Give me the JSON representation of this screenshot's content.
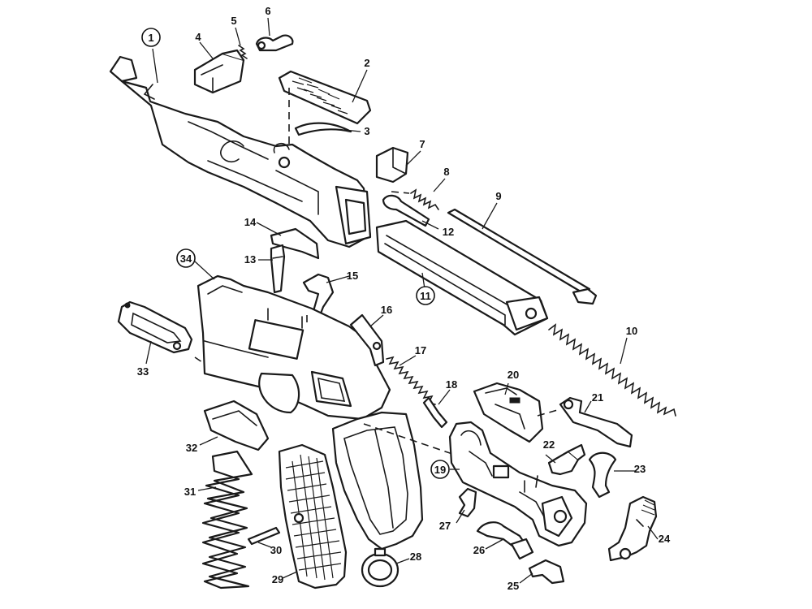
{
  "diagram": {
    "callouts": [
      "1",
      "2",
      "3",
      "4",
      "5",
      "6",
      "7",
      "8",
      "9",
      "10",
      "11",
      "12",
      "13",
      "14",
      "15",
      "16",
      "17",
      "18",
      "19",
      "20",
      "21",
      "22",
      "23",
      "24",
      "25",
      "26",
      "27",
      "28",
      "29",
      "30",
      "31",
      "32",
      "33",
      "34"
    ],
    "circled_callouts": [
      "1",
      "11",
      "19",
      "34"
    ]
  }
}
